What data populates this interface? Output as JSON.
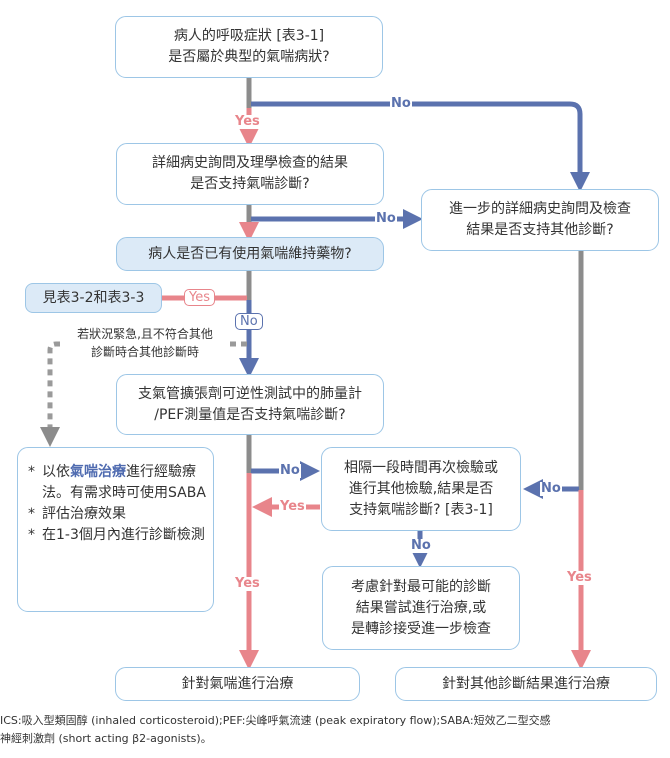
{
  "colors": {
    "yes": "#e8858b",
    "no": "#5b72ae",
    "neutral": "#8c8c8c",
    "box_border": "#9dc6e6",
    "box_fill_shaded": "#dceaf7",
    "highlight_text": "#4f6bb0"
  },
  "nodes": {
    "symptoms": {
      "lines": [
        "病人的呼吸症狀 [表3-1]",
        "是否屬於典型的氣喘病狀?"
      ]
    },
    "history_exam": {
      "lines": [
        "詳細病史詢問及理學檢查的結果",
        "是否支持氣喘診斷?"
      ]
    },
    "further_history": {
      "lines": [
        "進一步的詳細病史詢問及檢查",
        "結果是否支持其他診斷?"
      ]
    },
    "on_controller": {
      "lines": [
        "病人是否已有使用氣喘維持藥物?"
      ]
    },
    "see_tables": {
      "lines": [
        "見表3-2和表3-3"
      ]
    },
    "spirometry": {
      "lines": [
        "支氣管擴張劑可逆性測試中的肺量計",
        "/PEF測量值是否支持氣喘診斷?"
      ]
    },
    "repeat_test": {
      "lines": [
        "相隔一段時間再次檢驗或",
        "進行其他檢驗,結果是否",
        "支持氣喘診斷? [表3-1]"
      ]
    },
    "consider_treatment": {
      "lines": [
        "考慮針對最可能的診斷",
        "結果嘗試進行治療,或",
        "是轉診接受進一步檢查"
      ]
    },
    "treat_asthma": {
      "lines": [
        "針對氣喘進行治療"
      ]
    },
    "treat_other": {
      "lines": [
        "針對其他診斷結果進行治療"
      ]
    },
    "empiric": {
      "items": [
        {
          "prefix": "以依",
          "highlight": "氣喘治療",
          "suffix": "進行經驗療法。有需求時可使用SABA"
        },
        {
          "prefix": "評估治療效果",
          "highlight": "",
          "suffix": ""
        },
        {
          "prefix": "在1-3個月內進行診斷檢測",
          "highlight": "",
          "suffix": ""
        }
      ],
      "bullet": "*"
    }
  },
  "edge_labels": {
    "yes": "Yes",
    "no": "No"
  },
  "urgent_note": {
    "lines": [
      "若狀況緊急,且不符合其他",
      "診斷時合其他診斷時"
    ]
  },
  "footer": {
    "lines": [
      "ICS:吸入型類固醇 (inhaled corticosteroid);PEF:尖峰呼氣流速 (peak expiratory flow);SABA:短效乙二型交感",
      "神經刺激劑 (short acting β2-agonists)。"
    ]
  }
}
